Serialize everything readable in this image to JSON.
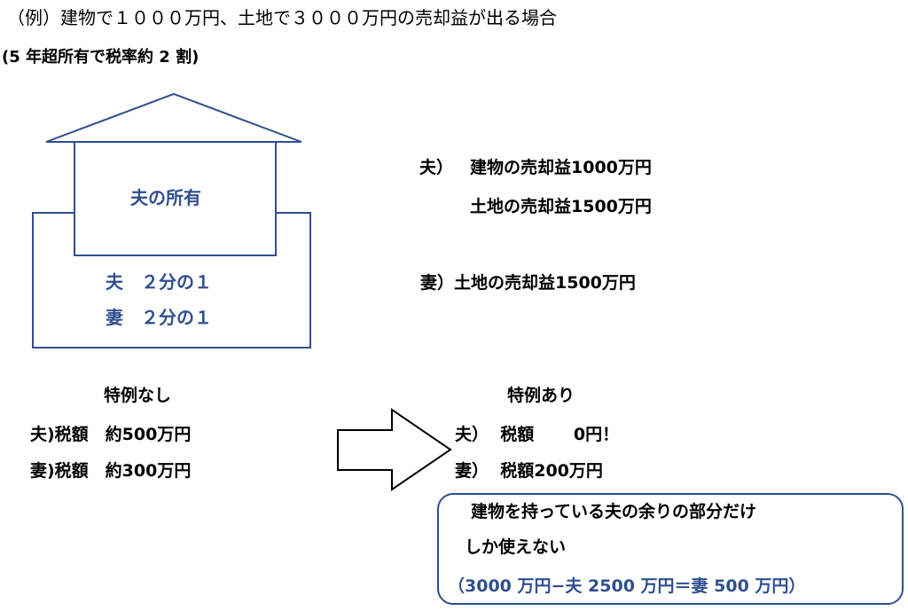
{
  "title": "（例）建物で１０００万円、土地で３０００万円の売却益が出る場合",
  "subtitle": "(5 年超所有で税率約 2 割)",
  "house": {
    "roof_label": "夫の所有",
    "share_husband": "夫　２分の１",
    "share_wife": "妻　２分の１"
  },
  "gains": {
    "husband_prefix": "夫）",
    "husband_building": "建物の売却益1000万円",
    "husband_land": "土地の売却益1500万円",
    "wife": "妻）土地の売却益1500万円"
  },
  "no_special": {
    "heading": "特例なし",
    "husband": "夫)税額　約500万円",
    "wife": "妻)税額　約300万円"
  },
  "with_special": {
    "heading": "特例あり",
    "husband": "夫）  税額　　 0円！",
    "wife": "妻）  税額200万円"
  },
  "note": {
    "line1": "建物を持っている夫の余りの部分だけ",
    "line2": "しか使えない",
    "line3": "（3000 万円−夫 2500 万円＝妻 500 万円）"
  },
  "colors": {
    "accent": "#2f4f8f"
  }
}
